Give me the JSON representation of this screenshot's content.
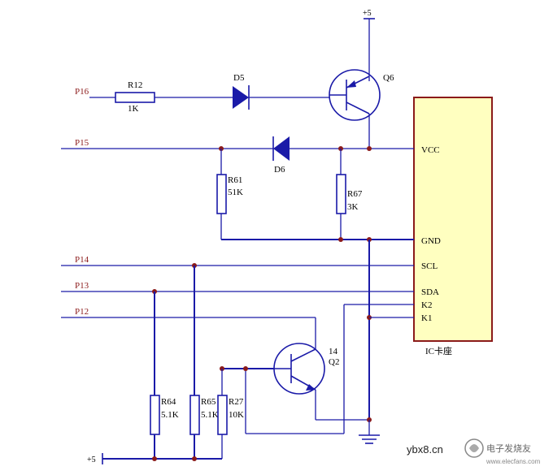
{
  "nets": {
    "p16": "P16",
    "p15": "P15",
    "p14": "P14",
    "p13": "P13",
    "p12": "P12"
  },
  "power": {
    "vcc_top": "+5",
    "vcc_bottom": "+5"
  },
  "components": {
    "r12": {
      "ref": "R12",
      "value": "1K"
    },
    "d5": {
      "ref": "D5"
    },
    "d6": {
      "ref": "D6"
    },
    "q6": {
      "ref": "Q6"
    },
    "r61": {
      "ref": "R61",
      "value": "51K"
    },
    "r67": {
      "ref": "R67",
      "value": "3K"
    },
    "q2": {
      "ref": "Q2",
      "pin": "14"
    },
    "r64": {
      "ref": "R64",
      "value": "5.1K"
    },
    "r65": {
      "ref": "R65",
      "value": "5.1K"
    },
    "r27": {
      "ref": "R27",
      "value": "10K"
    }
  },
  "ic_socket": {
    "title": "IC卡座",
    "pins": [
      "VCC",
      "GND",
      "SCL",
      "SDA",
      "K2",
      "K1"
    ]
  },
  "watermark": {
    "text": "ybx8.cn",
    "brand": "电子发烧友",
    "url": "www.elecfans.com"
  },
  "colors": {
    "wire": "#1a1aa8",
    "net_label": "#8b1a1a",
    "junction": "#8b1a1a",
    "ic_fill": "#ffffc0",
    "ic_border": "#8b1a1a"
  }
}
